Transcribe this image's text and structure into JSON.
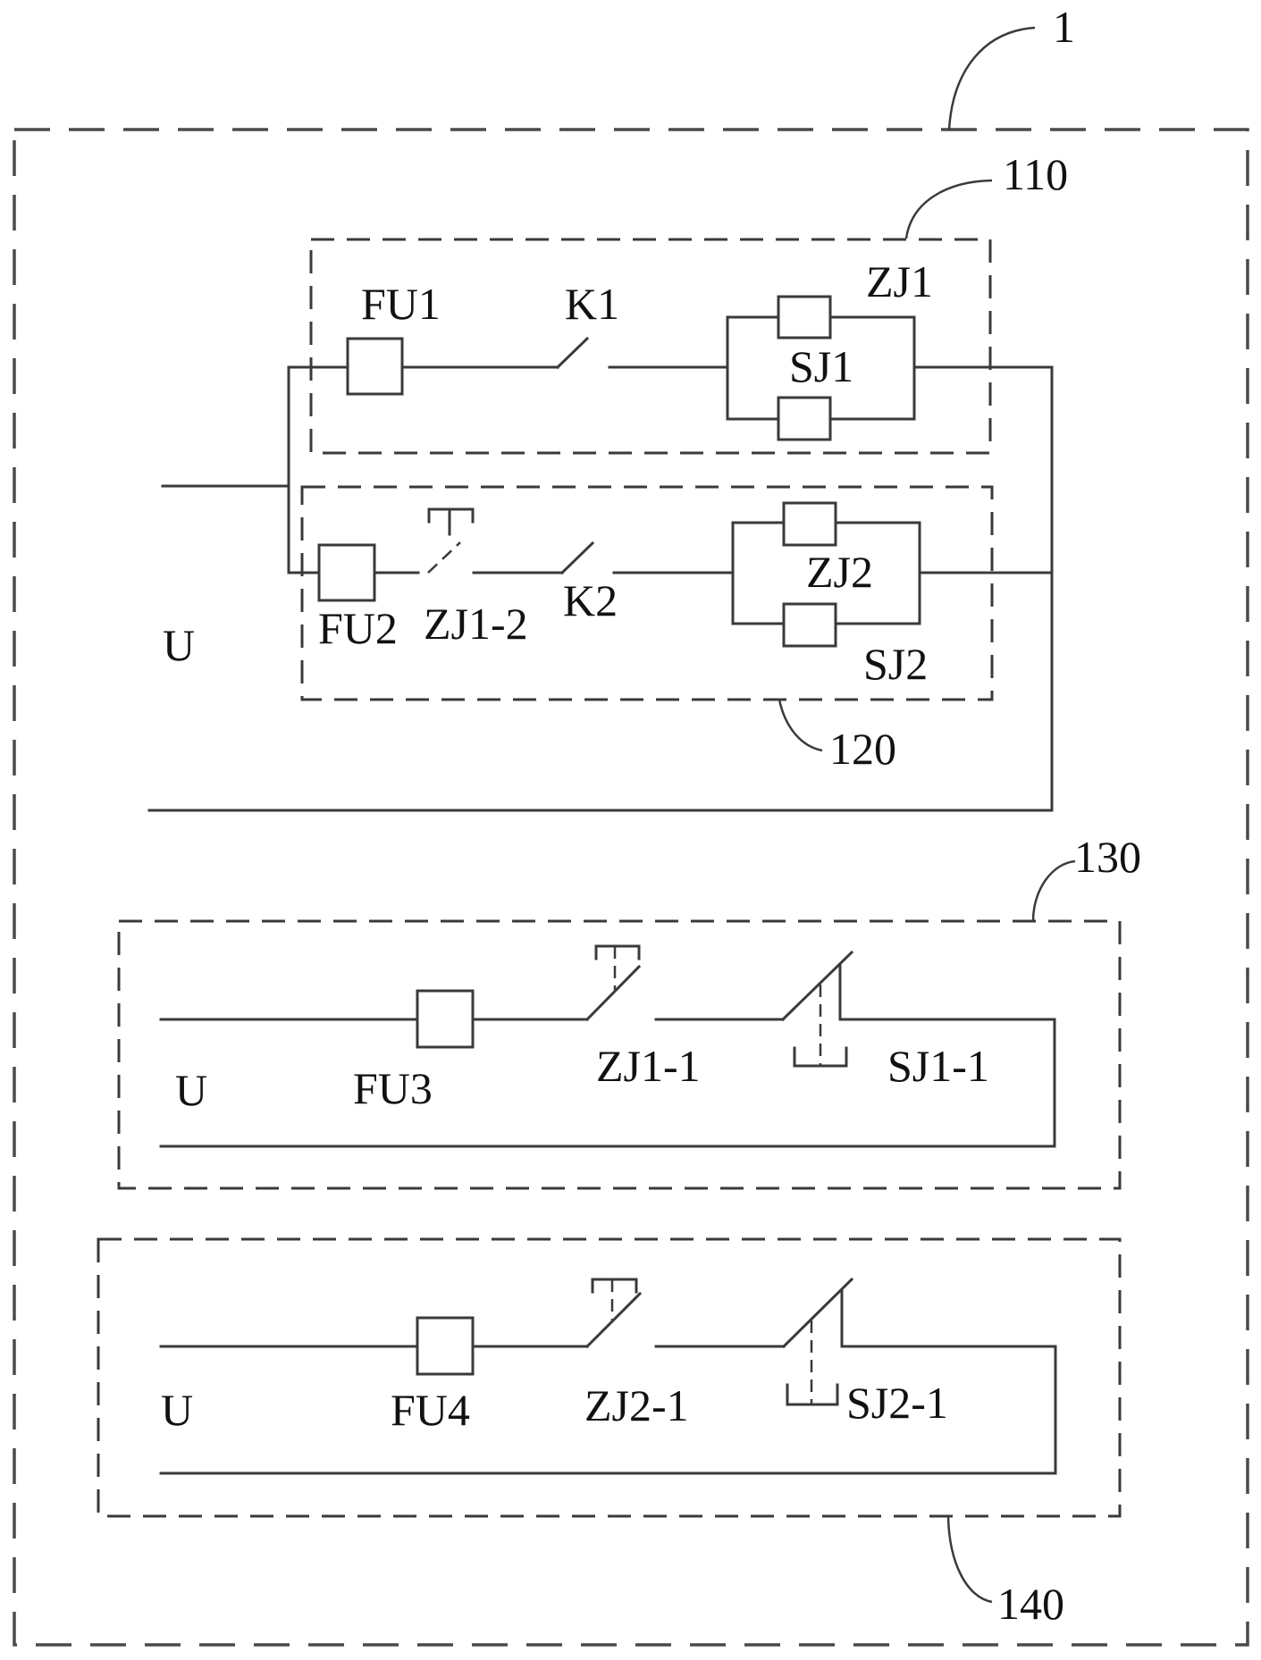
{
  "figure": {
    "type": "circuit schematic",
    "reference_numerals": {
      "device": "1",
      "module_110": "110",
      "module_120": "120",
      "module_130": "130",
      "module_140": "140"
    },
    "module_110": {
      "fuse": "FU1",
      "switch": "K1",
      "relay_top": "ZJ1",
      "relay_bottom": "SJ1"
    },
    "module_120": {
      "supply": "U",
      "fuse": "FU2",
      "contact": "ZJ1-2",
      "switch": "K2",
      "relay_top": "ZJ2",
      "relay_bottom": "SJ2"
    },
    "module_130": {
      "supply": "U",
      "fuse": "FU3",
      "contact_1": "ZJ1-1",
      "contact_2": "SJ1-1"
    },
    "module_140": {
      "supply": "U",
      "fuse": "FU4",
      "contact_1": "ZJ2-1",
      "contact_2": "SJ2-1"
    }
  }
}
